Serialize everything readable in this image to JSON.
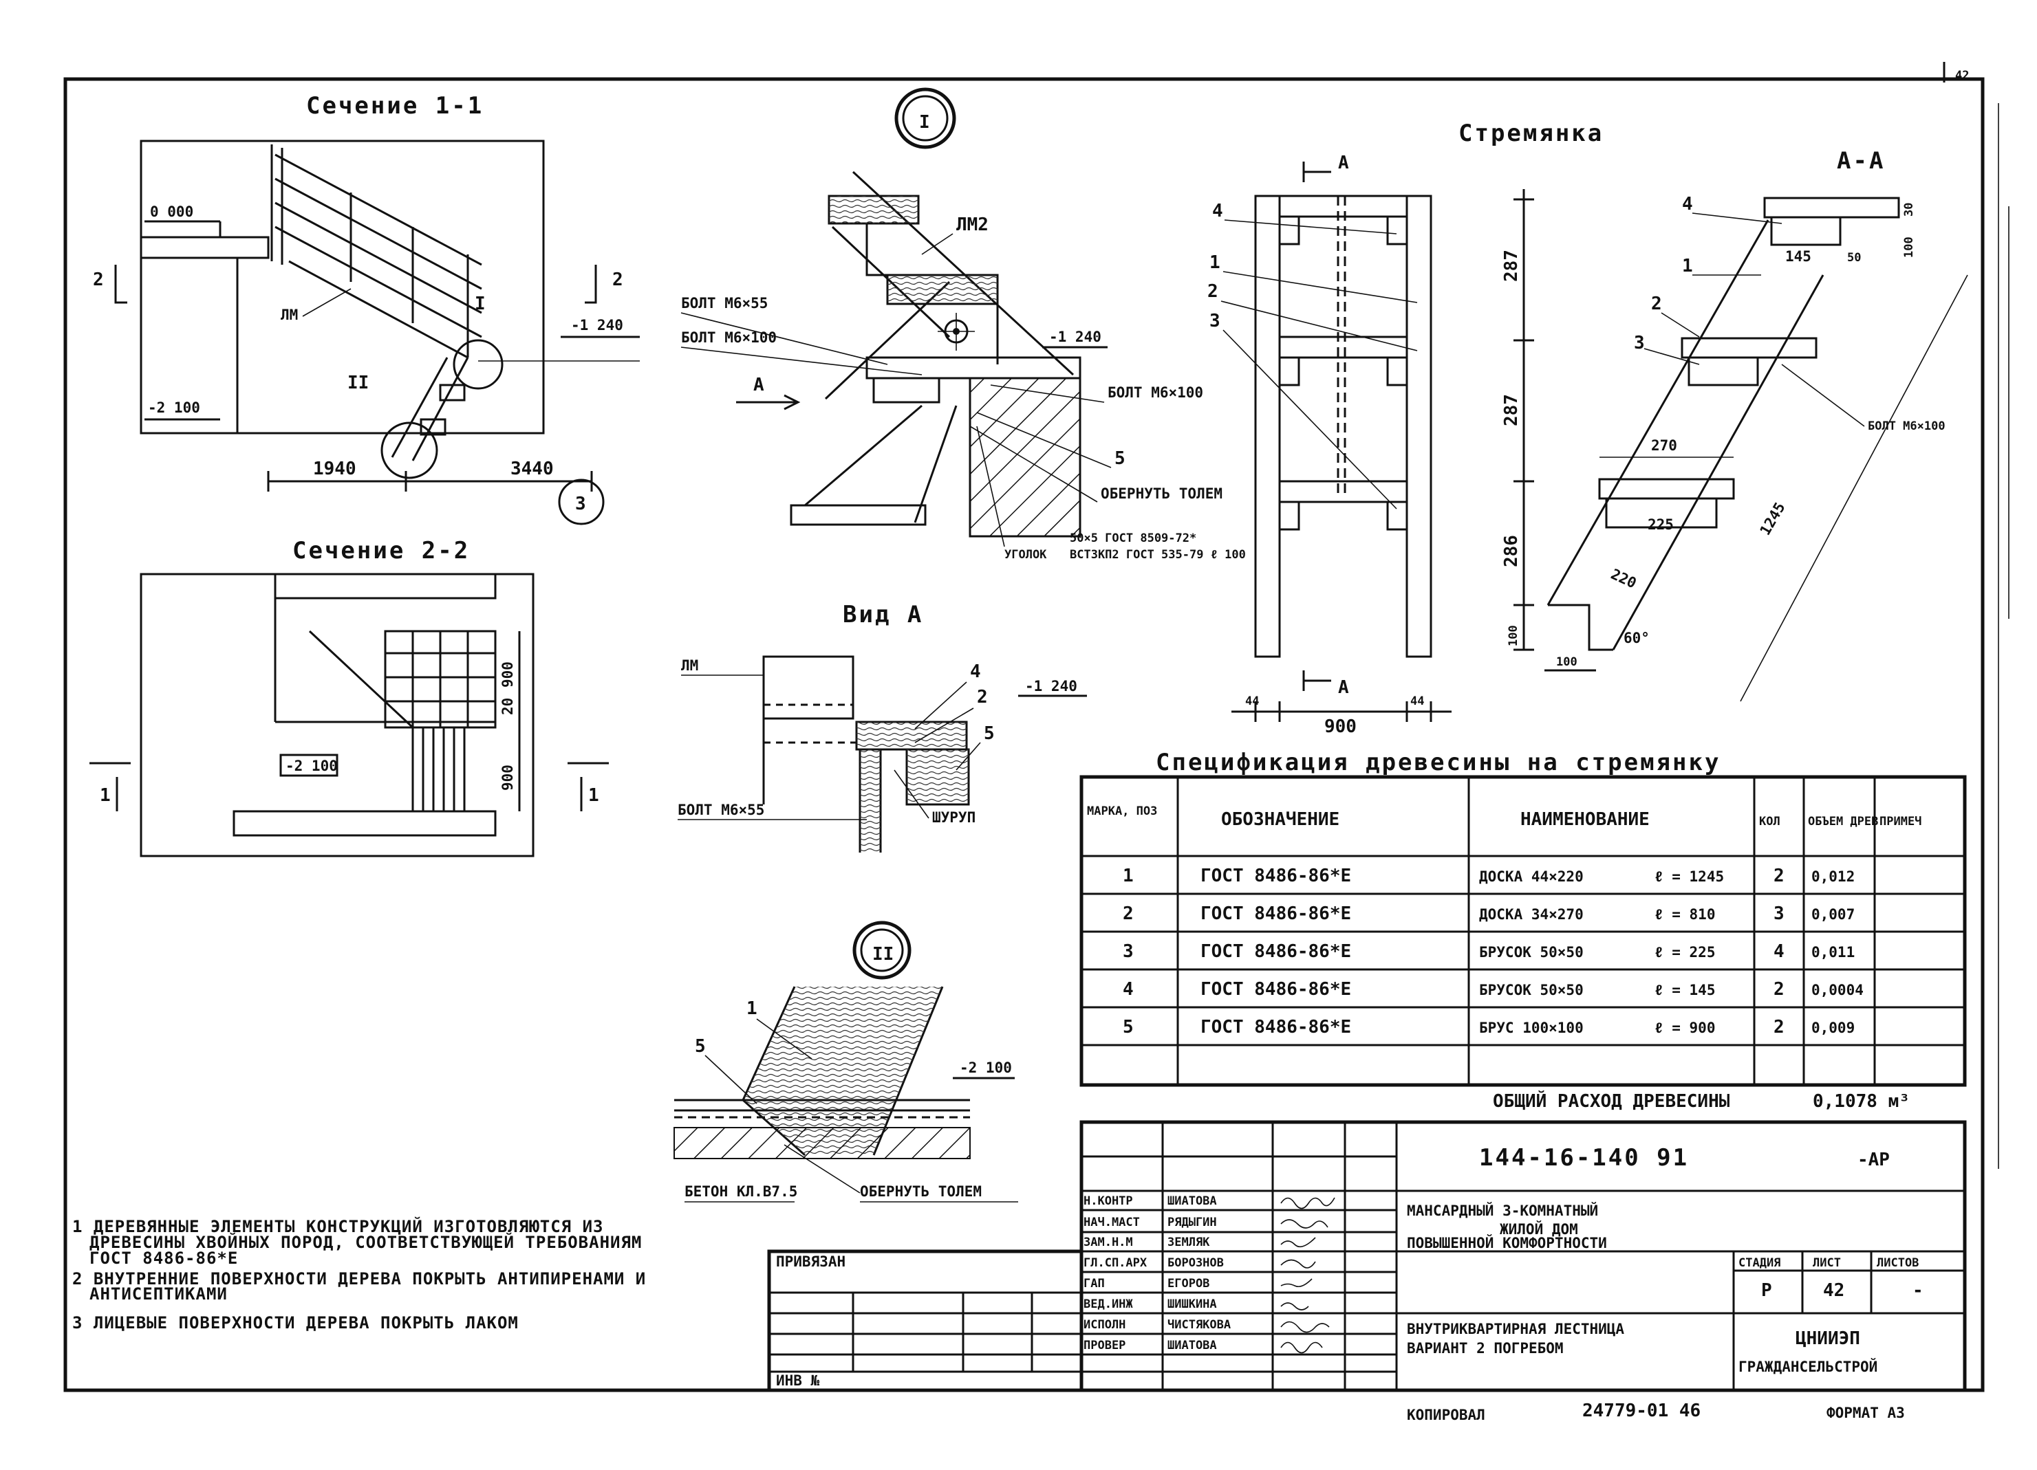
{
  "page_corner": "42",
  "section_1_1": {
    "title": "Сечение 1-1",
    "level_0": "0 000",
    "level_up": "-1 240",
    "level_down": "-2 100",
    "label_lm": "ЛМ",
    "cut_mark": "2",
    "dim_left": "1940",
    "dim_right": "3440",
    "circle_ref": "3",
    "callout_1": "I",
    "callout_2": "II"
  },
  "section_2_2": {
    "title": "Сечение 2-2",
    "level_box": "-2 100",
    "dim_900_a": "900",
    "dim_900_b": "900",
    "dim_20": "20",
    "cut_mark": "1"
  },
  "detail_1": {
    "callout": "I",
    "label_lm2": "ЛМ2",
    "bolt_1": "БОЛТ М6×55",
    "bolt_2": "БОЛТ М6×100",
    "bolt_3": "БОЛТ М6×100",
    "arrow_a": "А",
    "level": "-1 240",
    "pos_5": "5",
    "wrap_note": "ОБЕРНУТЬ ТОЛЕМ",
    "angle_label": "УГОЛОК",
    "angle_spec_1": "50×5 ГОСТ 8509-72*",
    "angle_spec_2": "ВСТ3КП2 ГОСТ 535-79 ℓ 100"
  },
  "view_a": {
    "title": "Вид А",
    "label_lm": "ЛМ",
    "level": "-1 240",
    "pos_4": "4",
    "pos_2": "2",
    "pos_5": "5",
    "bolt": "БОЛТ М6×55",
    "screw": "ШУРУП"
  },
  "detail_2": {
    "callout": "II",
    "pos_1": "1",
    "pos_5": "5",
    "level": "-2 100",
    "concrete": "БЕТОН КЛ.В7.5",
    "wrap_note": "ОБЕРНУТЬ ТОЛЕМ"
  },
  "ladder": {
    "title": "Стремянка",
    "arrow_a": "А",
    "pos_labels": [
      "4",
      "1",
      "2",
      "3"
    ],
    "dim_width": "900",
    "dim_44_left": "44",
    "dim_44_right": "44",
    "vdims": [
      "287",
      "287",
      "286",
      "100"
    ]
  },
  "section_aa": {
    "title": "А-А",
    "pos_labels": [
      "4",
      "1",
      "2",
      "3"
    ],
    "dim_145": "145",
    "dim_50": "50",
    "dim_30": "30",
    "dim_100": "100",
    "dim_270": "270",
    "dim_225": "225",
    "dim_220": "220",
    "dim_1245": "1245",
    "bolt": "БОЛТ М6×100",
    "angle": "60°",
    "dim_bottom": "100"
  },
  "spec_table": {
    "title": "Спецификация древесины на стремянку",
    "headers": [
      "МАРКА, ПОЗ",
      "ОБОЗНАЧЕНИЕ",
      "НАИМЕНОВАНИЕ",
      "КОЛ",
      "ОБЪЕМ ДРЕВ",
      "ПРИМЕЧ"
    ],
    "rows": [
      {
        "pos": "1",
        "gost": "ГОСТ 8486-86*Е",
        "name": "ДОСКА 44×220",
        "len": "ℓ = 1245",
        "qty": "2",
        "vol": "0,012"
      },
      {
        "pos": "2",
        "gost": "ГОСТ 8486-86*Е",
        "name": "ДОСКА 34×270",
        "len": "ℓ = 810",
        "qty": "3",
        "vol": "0,007"
      },
      {
        "pos": "3",
        "gost": "ГОСТ 8486-86*Е",
        "name": "БРУСОК 50×50",
        "len": "ℓ = 225",
        "qty": "4",
        "vol": "0,011"
      },
      {
        "pos": "4",
        "gost": "ГОСТ 8486-86*Е",
        "name": "БРУСОК 50×50",
        "len": "ℓ = 145",
        "qty": "2",
        "vol": "0,0004"
      },
      {
        "pos": "5",
        "gost": "ГОСТ 8486-86*Е",
        "name": "БРУС 100×100",
        "len": "ℓ = 900",
        "qty": "2",
        "vol": "0,009"
      }
    ],
    "total_label": "ОБЩИЙ РАСХОД ДРЕВЕСИНЫ",
    "total_value": "0,1078 м³"
  },
  "notes": [
    "1 ДЕРЕВЯННЫЕ ЭЛЕМЕНТЫ КОНСТРУКЦИЙ ИЗГОТОВЛЯЮТСЯ ИЗ",
    "ДРЕВЕСИНЫ ХВОЙНЫХ ПОРОД, СООТВЕТСТВУЮЩЕЙ ТРЕБОВАНИЯМ",
    "ГОСТ 8486-86*Е",
    "2 ВНУТРЕННИЕ ПОВЕРХНОСТИ ДЕРЕВА ПОКРЫТЬ АНТИПИРЕНАМИ И",
    "АНТИСЕПТИКАМИ",
    "3 ЛИЦЕВЫЕ ПОВЕРХНОСТИ ДЕРЕВА ПОКРЫТЬ ЛАКОМ"
  ],
  "title_block": {
    "doc_code": "144-16-140 91",
    "doc_suffix": "-АР",
    "privyazan": "ПРИВЯЗАН",
    "inv": "ИНВ №",
    "staff": [
      {
        "role": "Н.КОНТР",
        "name": "ШИАТОВА"
      },
      {
        "role": "НАЧ.МАСТ",
        "name": "РЯДЫГИН"
      },
      {
        "role": "ЗАМ.Н.М",
        "name": "ЗЕМЛЯК"
      },
      {
        "role": "ГЛ.СП.АРХ",
        "name": "БОРОЗНОВ"
      },
      {
        "role": "ГАП",
        "name": "ЕГОРОВ"
      },
      {
        "role": "ВЕД.ИНЖ",
        "name": "ШИШКИНА"
      },
      {
        "role": "ИСПОЛН",
        "name": "ЧИСТЯКОВА"
      },
      {
        "role": "ПРОВЕР",
        "name": "ШИАТОВА"
      }
    ],
    "project_1": "МАНСАРДНЫЙ 3-КОМНАТНЫЙ",
    "project_2": "ЖИЛОЙ ДОМ",
    "project_3": "ПОВЫШЕННОЙ КОМФОРТНОСТИ",
    "sheet_1": "ВНУТРИКВАРТИРНАЯ ЛЕСТНИЦА",
    "sheet_2": "ВАРИАНТ 2 ПОГРЕБОМ",
    "stage_h": "СТАДИЯ",
    "list_h": "ЛИСТ",
    "lists_h": "ЛИСТОВ",
    "stage_v": "Р",
    "list_v": "42",
    "lists_v": "-",
    "org_1": "ЦНИИЭП",
    "org_2": "ГРАЖДАНСЕЛЬСТРОЙ",
    "copied": "КОПИРОВАЛ",
    "copy_no": "24779-01 46",
    "format": "ФОРМАТ А3"
  }
}
